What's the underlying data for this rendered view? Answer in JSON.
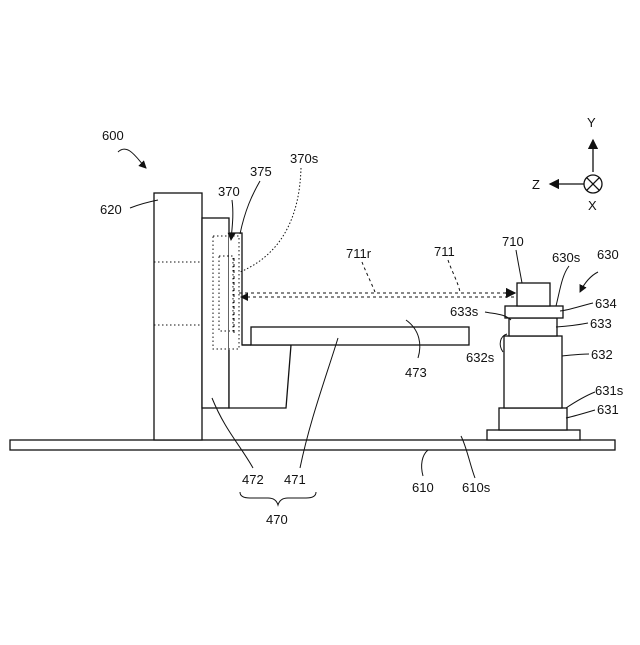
{
  "labels": {
    "l600": "600",
    "l620": "620",
    "l370": "370",
    "l375": "375",
    "l370s": "370s",
    "l711r": "711r",
    "l711": "711",
    "l710": "710",
    "l630s": "630s",
    "l630": "630",
    "l634": "634",
    "l633s": "633s",
    "l633": "633",
    "l632s": "632s",
    "l632": "632",
    "l631s": "631s",
    "l631": "631",
    "l473": "473",
    "l472": "472",
    "l471": "471",
    "l470": "470",
    "l610": "610",
    "l610s": "610s"
  },
  "axes": {
    "y": "Y",
    "z": "Z",
    "x": "X"
  }
}
